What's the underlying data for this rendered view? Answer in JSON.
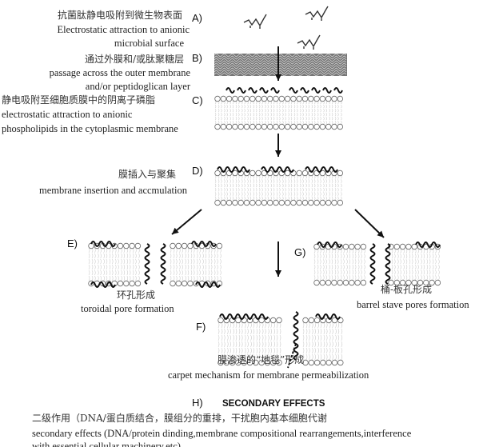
{
  "steps": {
    "A": {
      "label": "A)",
      "cn": "抗菌肽静电吸附到微生物表面",
      "en1": "Electrostatic attraction to anionic",
      "en2": "microbial surface"
    },
    "B": {
      "label": "B)",
      "cn": "通过外膜和/或肽聚糖层",
      "en1": "passage across the outer membrane",
      "en2": "and/or peptidoglican layer"
    },
    "C": {
      "label": "C)",
      "cn": "静电吸附至细胞质膜中的阴离子磷脂",
      "en1": "electrostatic attraction to anionic",
      "en2": "phospholipids in the cytoplasmic membrane"
    },
    "D": {
      "label": "D)",
      "cn": "膜插入与聚集",
      "en1": "membrane insertion and accmulation"
    },
    "E": {
      "label": "E)",
      "cn": "环孔形成",
      "en1": "toroidal pore formation"
    },
    "F": {
      "label": "F)",
      "cn": "膜渗透的“地毯”形成",
      "en1": "carpet mechanism for membrane permeabilization"
    },
    "G": {
      "label": "G)",
      "cn": "桶-板孔形成",
      "en1": "barrel stave pores formation"
    },
    "H": {
      "label": "H)",
      "title": "SECONDARY EFFECTS",
      "cn": "二级作用（DNA/蛋白质结合，膜组分的重排，干扰胞内基本细胞代谢",
      "en1": "secondary effects (DNA/protein dinding,membrane compositional rearrangements,interference",
      "en2": "with essential cellular machinery,etc)"
    }
  }
}
